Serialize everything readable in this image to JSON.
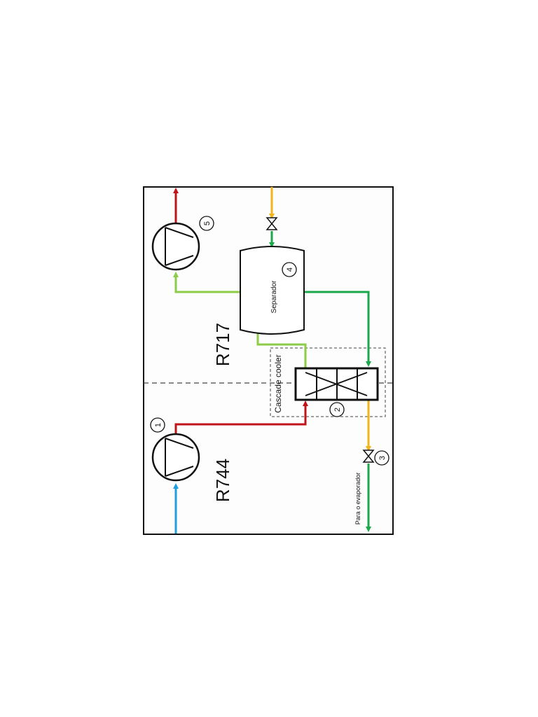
{
  "labels": {
    "refrigerant_left": "R744",
    "refrigerant_right": "R717",
    "cascade_cooler": "Cascade cooler",
    "separator": "Separador",
    "to_evaporator": "Para o evaporador"
  },
  "components": [
    {
      "id": "1",
      "type": "compressor"
    },
    {
      "id": "2",
      "type": "heat-exchanger"
    },
    {
      "id": "3",
      "type": "expansion-valve"
    },
    {
      "id": "4",
      "type": "separator"
    },
    {
      "id": "5",
      "type": "compressor"
    }
  ],
  "line_colors": {
    "discharge": "#c0141a",
    "suction_low": "#1ea0dc",
    "liquid": "#f3b41a",
    "vapor_cold": "#1aa84a",
    "vapor_light": "#8ccc48",
    "frame": "#111111"
  }
}
